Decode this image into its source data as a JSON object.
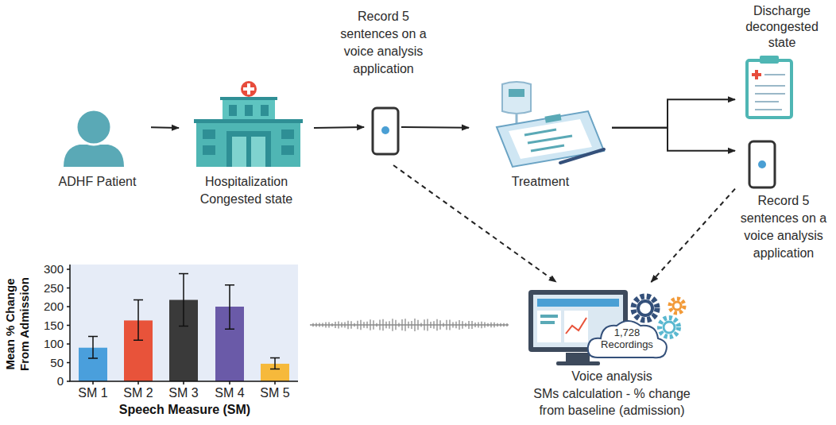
{
  "diagram": {
    "nodes": [
      {
        "text": [
          "ADHF Patient"
        ]
      },
      {
        "text": [
          "Hospitalization",
          "Congested state"
        ]
      },
      {
        "text": [
          "Record 5 sentences on a voice analysis application"
        ]
      },
      {
        "text": [
          "Treatment"
        ]
      },
      {
        "text": [
          "Discharge decongested state"
        ]
      },
      {
        "text": [
          "Record 5 sentences on a voice analysis application"
        ]
      },
      {
        "text": [
          "Voice analysis",
          "SMs calculation - % change from baseline (admission)"
        ]
      },
      {
        "text": [
          "1,728 Recordings"
        ],
        "in": 6
      },
      {
        "text": [
          "Mean % Change From Admission",
          "Speech Measure (SM)"
        ]
      }
    ],
    "edges": [
      {
        "from": 0,
        "to": 1,
        "arrow": "to"
      },
      {
        "from": 1,
        "to": 2,
        "arrow": "to"
      },
      {
        "from": 2,
        "to": 3,
        "arrow": "to"
      },
      {
        "from": 3,
        "to": 4,
        "arrow": "to"
      },
      {
        "from": 3,
        "to": 5,
        "arrow": "to"
      },
      {
        "from": 2,
        "to": 6,
        "arrow": "to"
      },
      {
        "from": 5,
        "to": 6,
        "arrow": "to"
      },
      {
        "from": 8,
        "to": 6,
        "arrow": "none"
      }
    ],
    "labels": [
      "300",
      "250",
      "200",
      "150",
      "100",
      "50",
      "0",
      "SM 1",
      "SM 2",
      "SM 3",
      "SM 4",
      "SM 5"
    ]
  }
}
